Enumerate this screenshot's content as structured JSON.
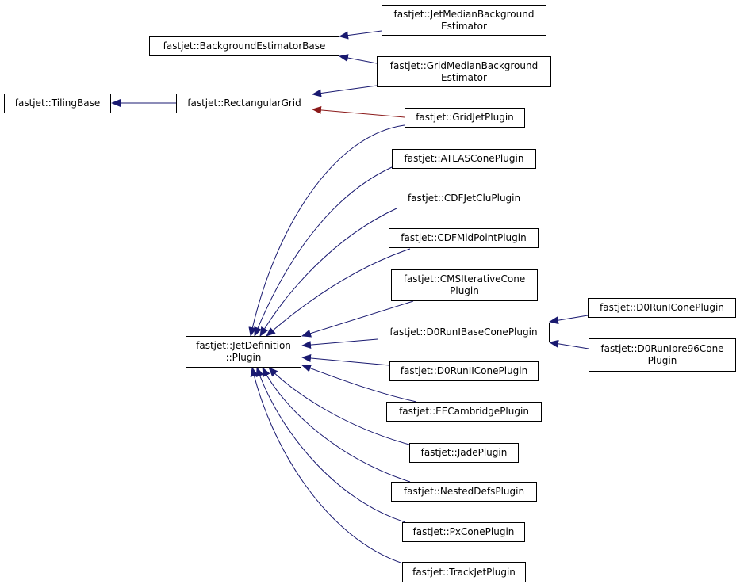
{
  "diagram": {
    "type": "class-inheritance-graph",
    "colors": {
      "public_inheritance": "#191970",
      "protected_inheritance": "#8b1a1a",
      "node_border": "#000000",
      "node_fill": "#ffffff"
    },
    "nodes": {
      "tiling_base": {
        "line1": "fastjet::TilingBase",
        "line2": ""
      },
      "rectangular_grid": {
        "line1": "fastjet::RectangularGrid",
        "line2": ""
      },
      "background_estimator_base": {
        "line1": "fastjet::BackgroundEstimatorBase",
        "line2": ""
      },
      "jet_median_bge": {
        "line1": "fastjet::JetMedianBackground",
        "line2": "Estimator"
      },
      "grid_median_bge": {
        "line1": "fastjet::GridMedianBackground",
        "line2": "Estimator"
      },
      "gridjet_plugin": {
        "line1": "fastjet::GridJetPlugin",
        "line2": ""
      },
      "jetdef_plugin": {
        "line1": "fastjet::JetDefinition",
        "line2": "::Plugin"
      },
      "atlascone_plugin": {
        "line1": "fastjet::ATLASConePlugin",
        "line2": ""
      },
      "cdfjetclu_plugin": {
        "line1": "fastjet::CDFJetCluPlugin",
        "line2": ""
      },
      "cdfmidpoint_plugin": {
        "line1": "fastjet::CDFMidPointPlugin",
        "line2": ""
      },
      "cmsiterativecone_plugin": {
        "line1": "fastjet::CMSIterativeCone",
        "line2": "Plugin"
      },
      "d0runibasecone_plugin": {
        "line1": "fastjet::D0RunIBaseConePlugin",
        "line2": ""
      },
      "d0runicone_plugin": {
        "line1": "fastjet::D0RunIConePlugin",
        "line2": ""
      },
      "d0runipre96cone_plugin": {
        "line1": "fastjet::D0RunIpre96Cone",
        "line2": "Plugin"
      },
      "d0runiicone_plugin": {
        "line1": "fastjet::D0RunIIConePlugin",
        "line2": ""
      },
      "eecambridge_plugin": {
        "line1": "fastjet::EECambridgePlugin",
        "line2": ""
      },
      "jade_plugin": {
        "line1": "fastjet::JadePlugin",
        "line2": ""
      },
      "nesteddefs_plugin": {
        "line1": "fastjet::NestedDefsPlugin",
        "line2": ""
      },
      "pxcone_plugin": {
        "line1": "fastjet::PxConePlugin",
        "line2": ""
      },
      "trackjet_plugin": {
        "line1": "fastjet::TrackJetPlugin",
        "line2": ""
      }
    },
    "edges": [
      {
        "from": "rectangular_grid",
        "to": "tiling_base",
        "kind": "public"
      },
      {
        "from": "jet_median_bge",
        "to": "background_estimator_base",
        "kind": "public"
      },
      {
        "from": "grid_median_bge",
        "to": "background_estimator_base",
        "kind": "public"
      },
      {
        "from": "grid_median_bge",
        "to": "rectangular_grid",
        "kind": "public"
      },
      {
        "from": "gridjet_plugin",
        "to": "rectangular_grid",
        "kind": "protected"
      },
      {
        "from": "gridjet_plugin",
        "to": "jetdef_plugin",
        "kind": "public"
      },
      {
        "from": "atlascone_plugin",
        "to": "jetdef_plugin",
        "kind": "public"
      },
      {
        "from": "cdfjetclu_plugin",
        "to": "jetdef_plugin",
        "kind": "public"
      },
      {
        "from": "cdfmidpoint_plugin",
        "to": "jetdef_plugin",
        "kind": "public"
      },
      {
        "from": "cmsiterativecone_plugin",
        "to": "jetdef_plugin",
        "kind": "public"
      },
      {
        "from": "d0runibasecone_plugin",
        "to": "jetdef_plugin",
        "kind": "public"
      },
      {
        "from": "d0runiicone_plugin",
        "to": "jetdef_plugin",
        "kind": "public"
      },
      {
        "from": "eecambridge_plugin",
        "to": "jetdef_plugin",
        "kind": "public"
      },
      {
        "from": "jade_plugin",
        "to": "jetdef_plugin",
        "kind": "public"
      },
      {
        "from": "nesteddefs_plugin",
        "to": "jetdef_plugin",
        "kind": "public"
      },
      {
        "from": "pxcone_plugin",
        "to": "jetdef_plugin",
        "kind": "public"
      },
      {
        "from": "trackjet_plugin",
        "to": "jetdef_plugin",
        "kind": "public"
      },
      {
        "from": "d0runicone_plugin",
        "to": "d0runibasecone_plugin",
        "kind": "public"
      },
      {
        "from": "d0runipre96cone_plugin",
        "to": "d0runibasecone_plugin",
        "kind": "public"
      }
    ]
  }
}
